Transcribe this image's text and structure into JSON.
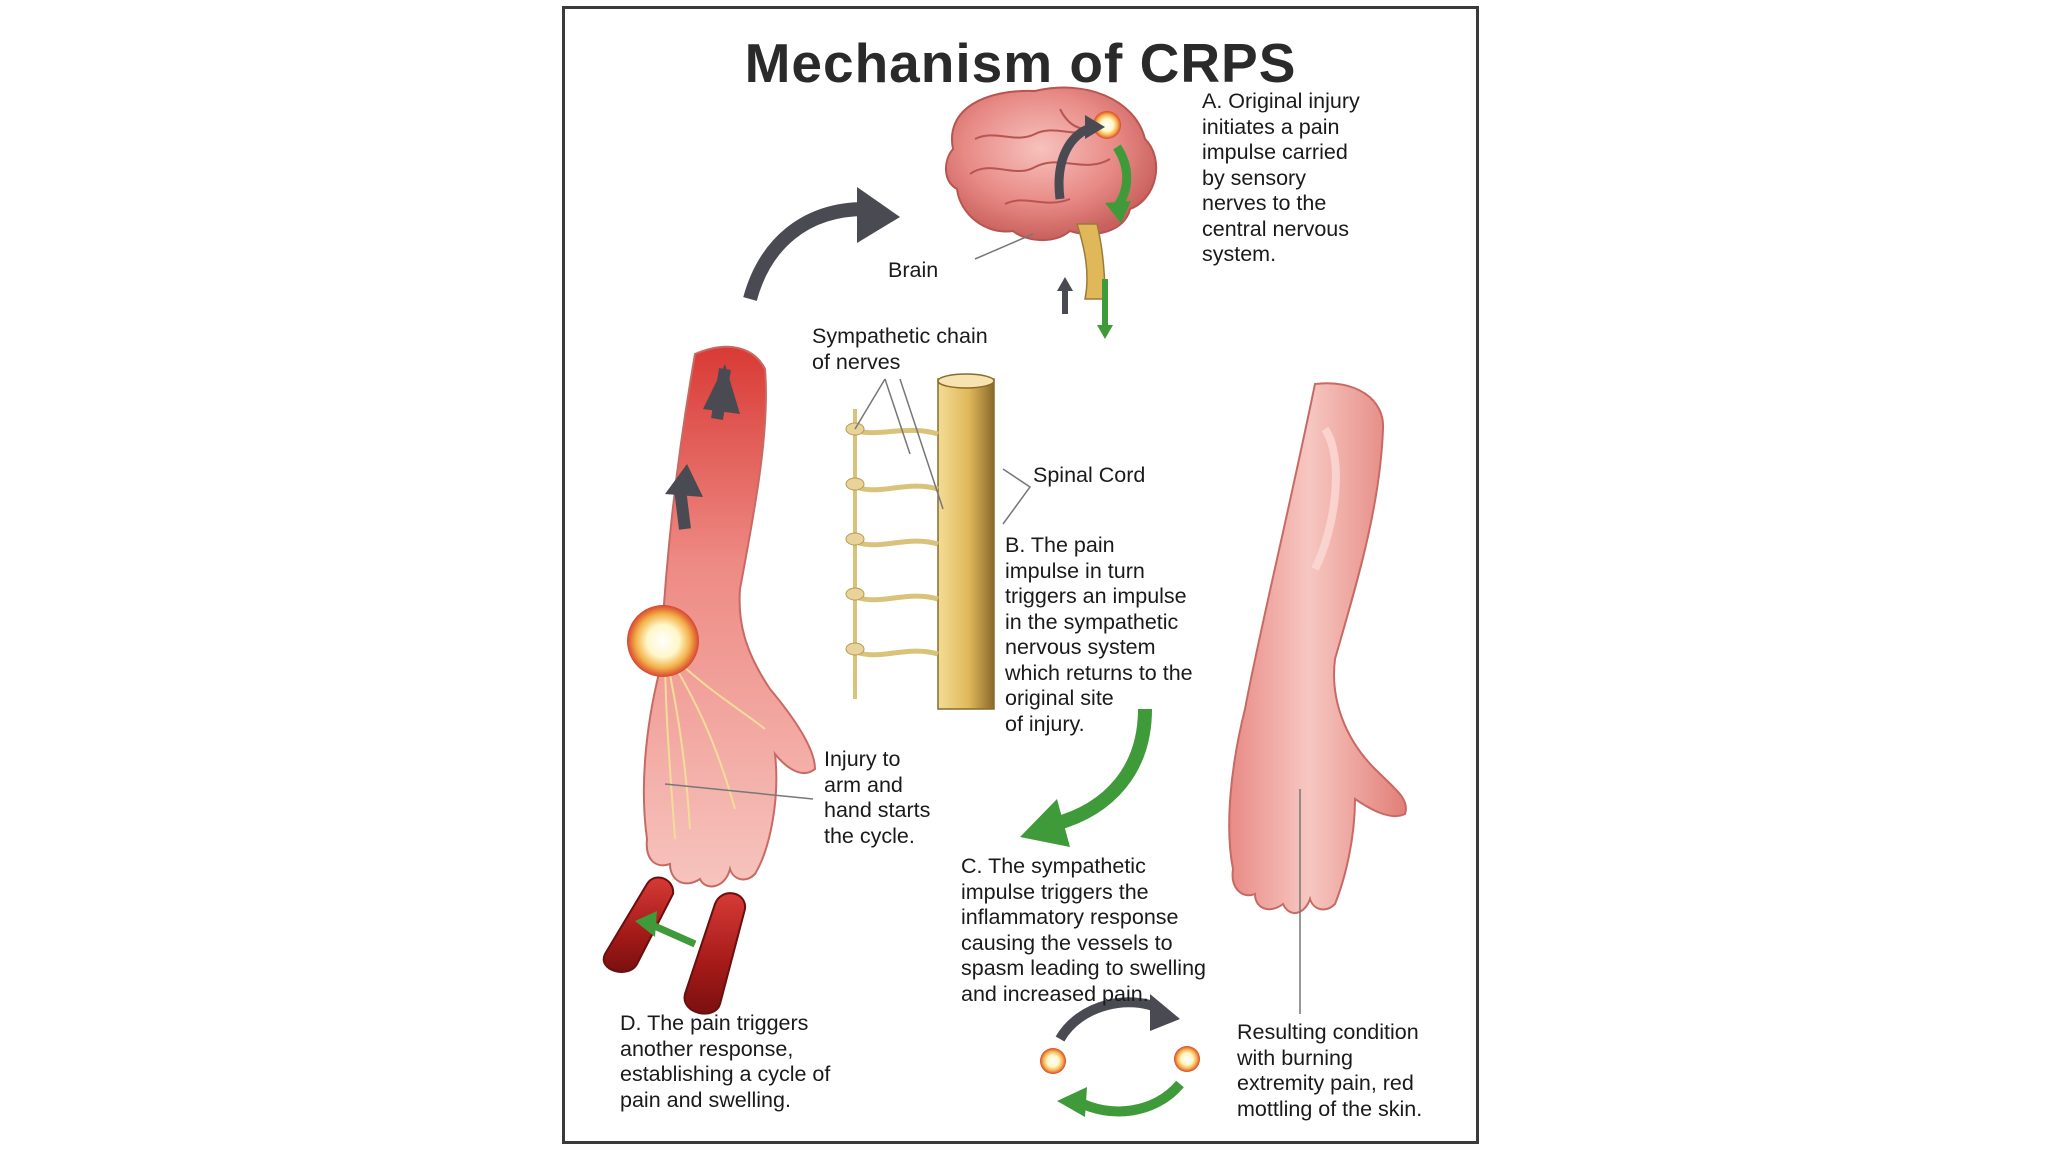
{
  "diagram": {
    "title": "Mechanism of CRPS",
    "labels": {
      "step_a": "A. Original injury\ninitiates a pain\nimpulse carried\nby sensory\nnerves to the\ncentral nervous\nsystem.",
      "brain": "Brain",
      "sympathetic_chain": "Sympathetic chain\nof nerves",
      "spinal_cord": "Spinal Cord",
      "step_b": "B.  The pain\nimpulse in turn\ntriggers an impulse\nin the sympathetic\nnervous system\nwhich returns to the\noriginal site\nof injury.",
      "injury": "Injury to\narm and\nhand starts\nthe cycle.",
      "step_c": "C.  The sympathetic\nimpulse triggers the\ninflammatory response\ncausing the vessels to\nspasm leading to swelling\nand increased pain.",
      "step_d": "D.  The pain triggers\nanother response,\nestablishing a cycle of\npain and swelling.",
      "result": "Resulting condition\nwith burning\nextremity pain, red\nmottling of the skin."
    },
    "colors": {
      "frame": "#3a3a3a",
      "skin": "#f2a39c",
      "inflamed": "#d93a35",
      "brain": "#e88a86",
      "nerve": "#e8d49a",
      "spine": "#e0b85a",
      "arrow_dark": "#4a4a52",
      "arrow_green": "#3f9a3a",
      "vessel": "#b8201e"
    }
  }
}
